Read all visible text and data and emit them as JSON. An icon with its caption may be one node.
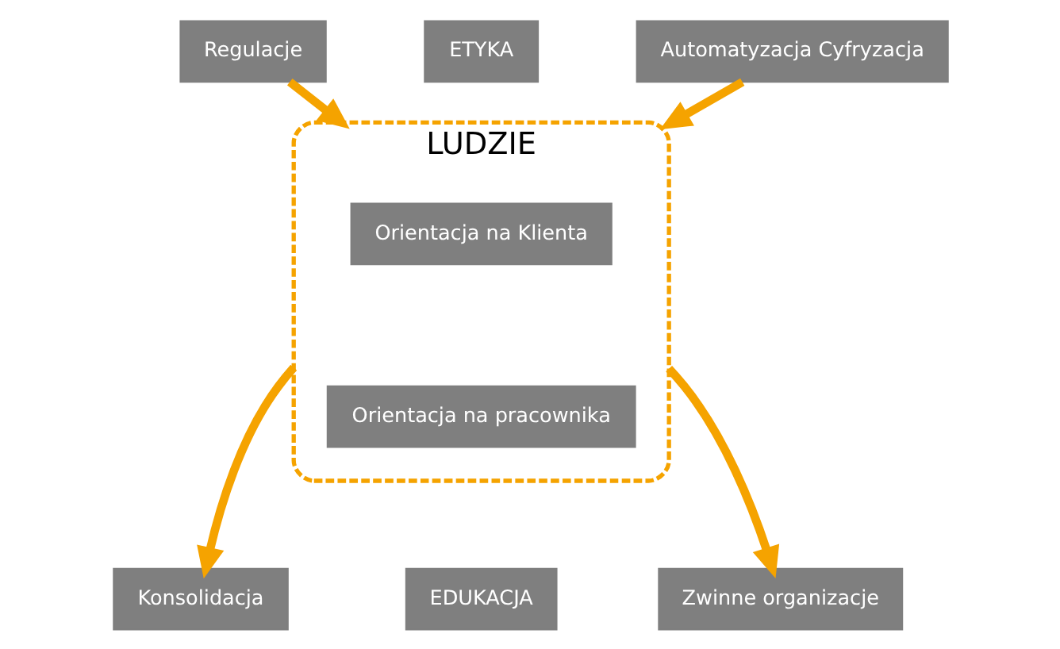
{
  "diagram": {
    "nodes": [
      {
        "text": [
          "ETYKA"
        ]
      },
      {
        "text": [
          "Regulacje"
        ]
      },
      {
        "text": [
          "Automatyzacja Cyfryzacja"
        ]
      },
      {
        "text": [
          "LUDZIE"
        ]
      },
      {
        "text": [
          "Orientacja na Klienta"
        ],
        "in": 3
      },
      {
        "text": [
          "Orientacja na pracownika"
        ],
        "in": 3
      },
      {
        "text": [
          "Konsolidacja"
        ]
      },
      {
        "text": [
          "Zwinne organizacje"
        ]
      },
      {
        "text": [
          "EDUKACJA"
        ]
      }
    ],
    "edges": [
      {
        "from": 1,
        "to": 3,
        "arrow": "to"
      },
      {
        "from": 2,
        "to": 3,
        "arrow": "to"
      },
      {
        "from": 3,
        "to": 6,
        "arrow": "to"
      },
      {
        "from": 3,
        "to": 7,
        "arrow": "to"
      }
    ]
  }
}
